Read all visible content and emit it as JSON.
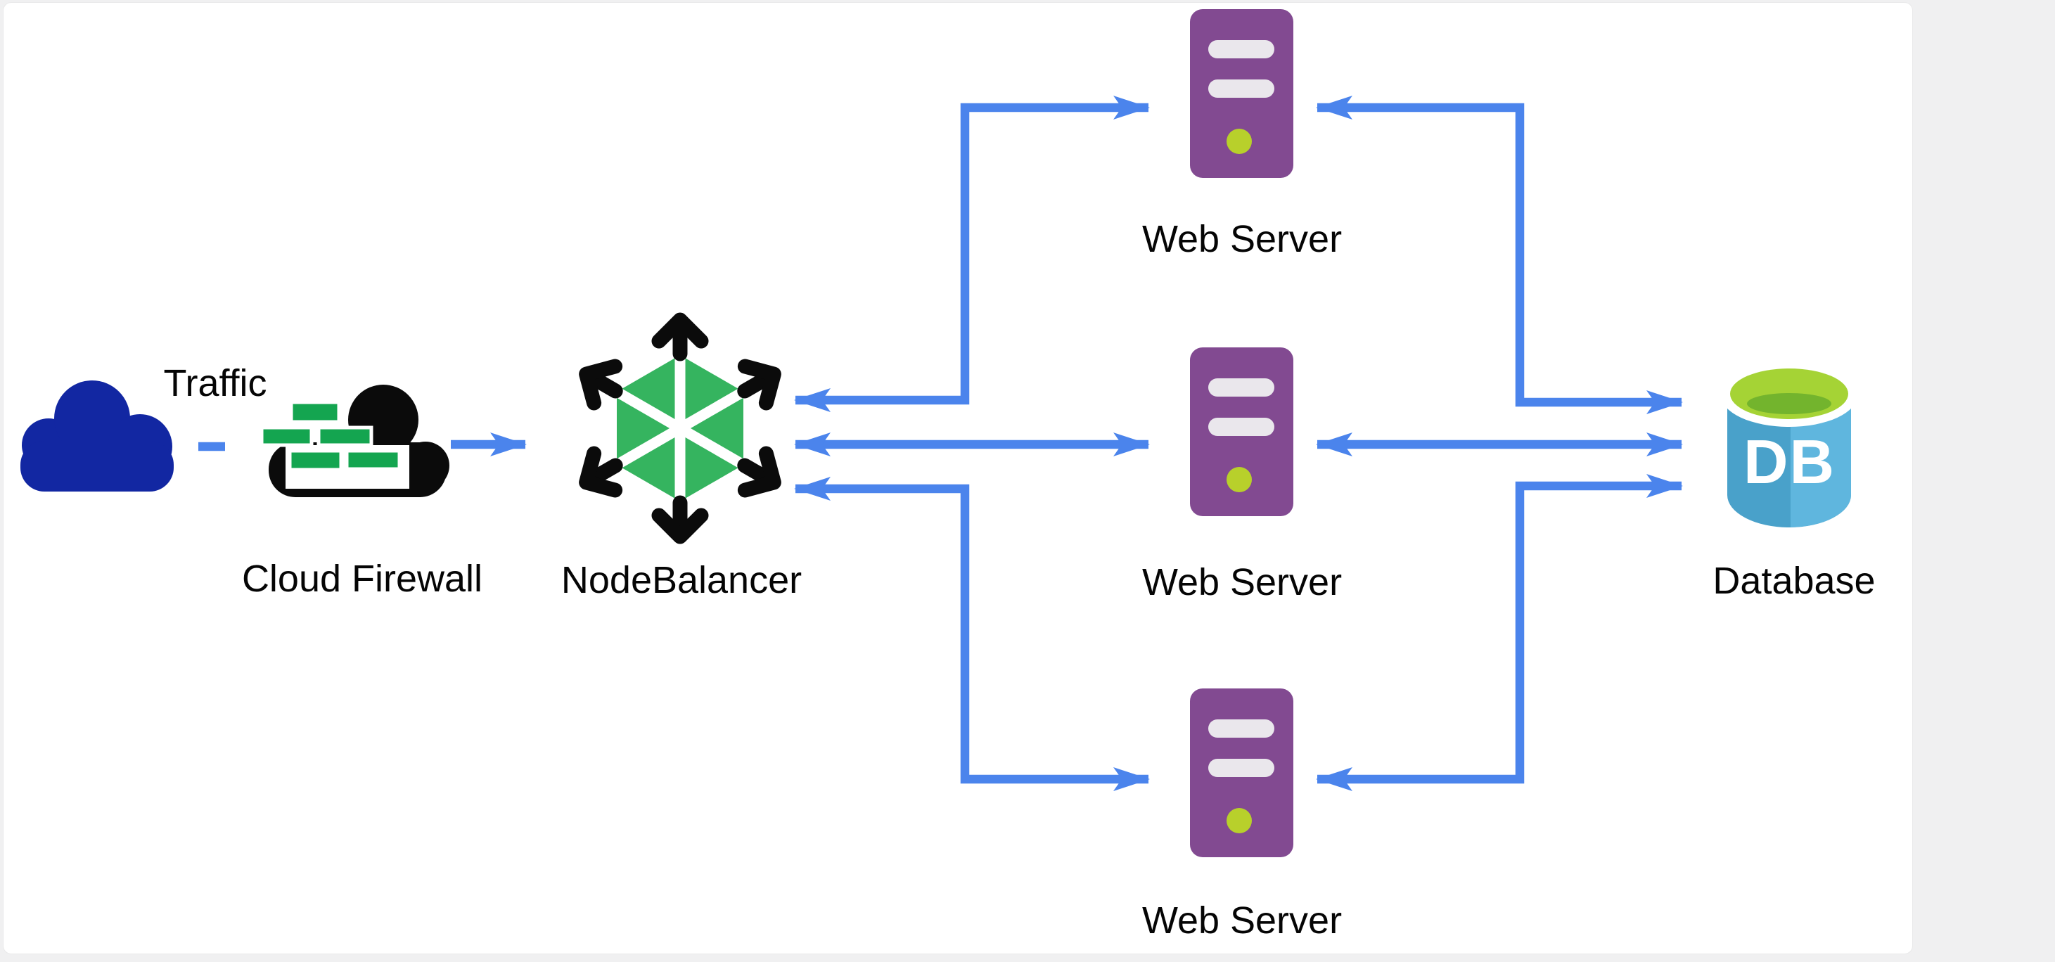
{
  "page": {
    "background": "#f0f0f1",
    "canvas_background": "#ffffff"
  },
  "colors": {
    "arrow_blue": "#4b84ec",
    "traffic_cloud_navy": "#1227a2",
    "firewall_black": "#0b0b0b",
    "firewall_brick_green": "#14a550",
    "nodebalancer_green": "#35b45f",
    "nodebalancer_arrow_black": "#0b0b0b",
    "server_purple": "#824a91",
    "server_slot_gray": "#eae7ec",
    "server_led_green": "#b8d02b",
    "db_body_blue_left": "#49a1ca",
    "db_body_blue_right": "#5fb6de",
    "db_top_green_outer": "#a5d335",
    "db_top_green_inner": "#73b42d",
    "label_black": "#050505"
  },
  "nodes": {
    "traffic": {
      "label": "Traffic"
    },
    "firewall": {
      "label": "Cloud Firewall"
    },
    "nodebalancer": {
      "label": "NodeBalancer"
    },
    "web_server_top": {
      "label": "Web Server"
    },
    "web_server_middle": {
      "label": "Web Server"
    },
    "web_server_bottom": {
      "label": "Web Server"
    },
    "database": {
      "label": "Database",
      "badge": "DB"
    }
  },
  "connections": [
    {
      "from": "traffic",
      "to": "firewall",
      "type": "short-dash",
      "direction": "none"
    },
    {
      "from": "firewall",
      "to": "nodebalancer",
      "type": "straight",
      "direction": "forward"
    },
    {
      "from": "nodebalancer",
      "to": "web_server_top",
      "type": "elbow",
      "direction": "both"
    },
    {
      "from": "nodebalancer",
      "to": "web_server_middle",
      "type": "straight",
      "direction": "both"
    },
    {
      "from": "nodebalancer",
      "to": "web_server_bottom",
      "type": "elbow",
      "direction": "both"
    },
    {
      "from": "web_server_top",
      "to": "database",
      "type": "elbow",
      "direction": "both"
    },
    {
      "from": "web_server_middle",
      "to": "database",
      "type": "straight",
      "direction": "both"
    },
    {
      "from": "web_server_bottom",
      "to": "database",
      "type": "elbow",
      "direction": "both"
    }
  ]
}
